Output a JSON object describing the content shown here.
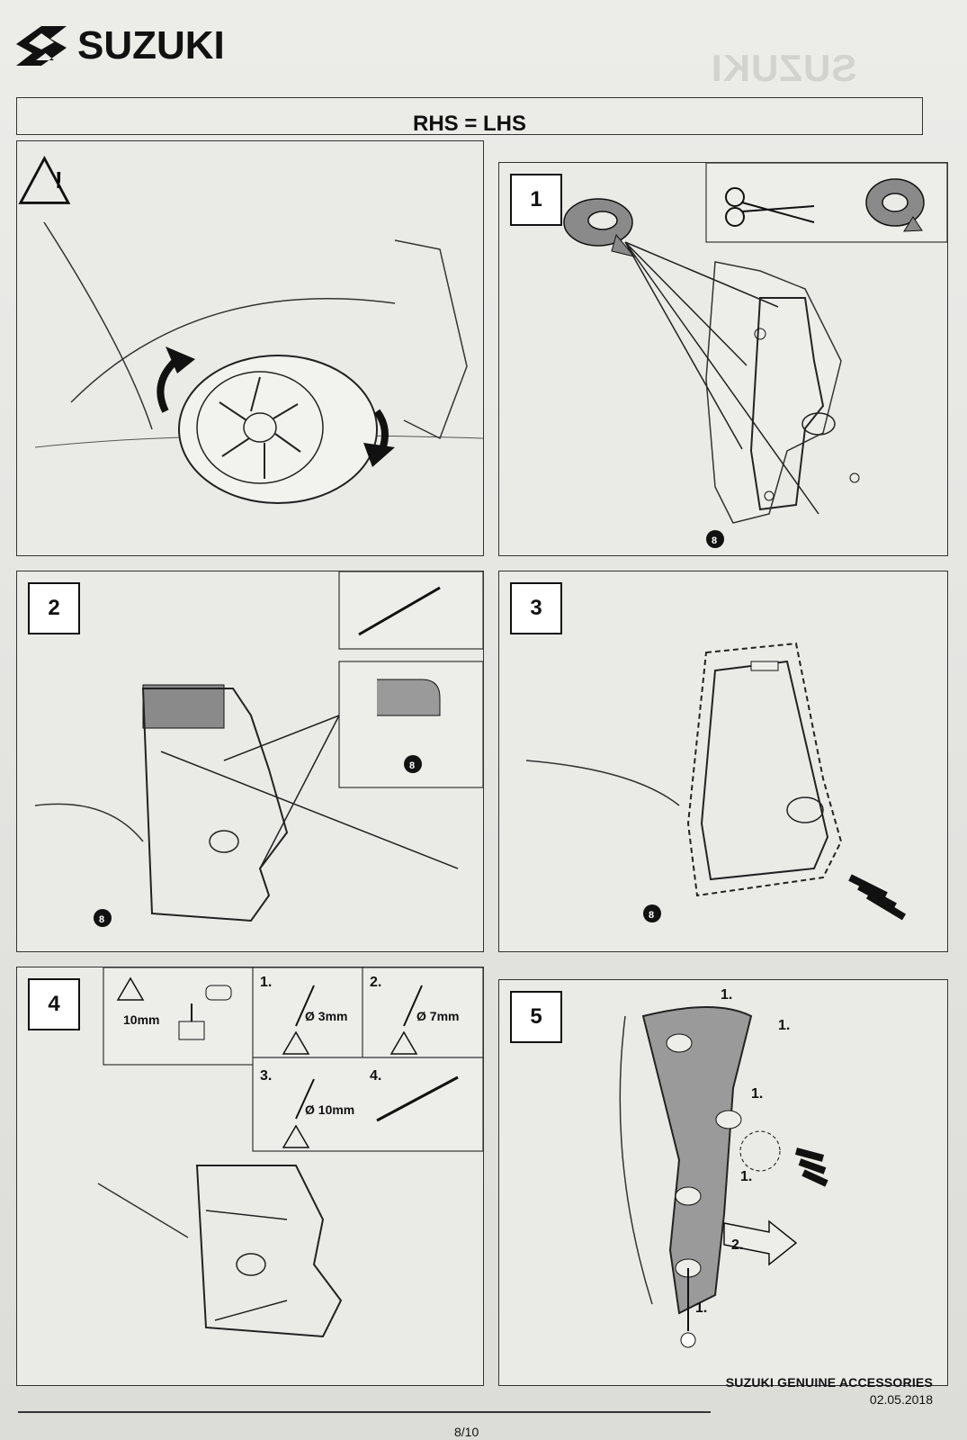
{
  "header": {
    "brand": "SUZUKI",
    "title": "RHS = LHS"
  },
  "panels": {
    "warning": {
      "icon": "warning-icon"
    },
    "step1": {
      "number": "1",
      "part": "8"
    },
    "step2": {
      "number": "2",
      "part": "8"
    },
    "step3": {
      "number": "3",
      "part": "8"
    },
    "step4": {
      "number": "4",
      "height_label": "10mm",
      "drill_steps": [
        {
          "num": "1.",
          "size": "Ø 3mm"
        },
        {
          "num": "2.",
          "size": "Ø 7mm"
        },
        {
          "num": "3.",
          "size": "Ø 10mm"
        },
        {
          "num": "4.",
          "size": ""
        }
      ]
    },
    "step5": {
      "number": "5",
      "callouts": [
        "1.",
        "1.",
        "1.",
        "1.",
        "2.",
        "1."
      ]
    }
  },
  "footer": {
    "brand": "SUZUKI GENUINE ACCESSORIES",
    "date": "02.05.2018",
    "page": "8/10"
  },
  "colors": {
    "tape": "#8a8a8a",
    "line": "#222222",
    "paper": "#eaeae7"
  }
}
